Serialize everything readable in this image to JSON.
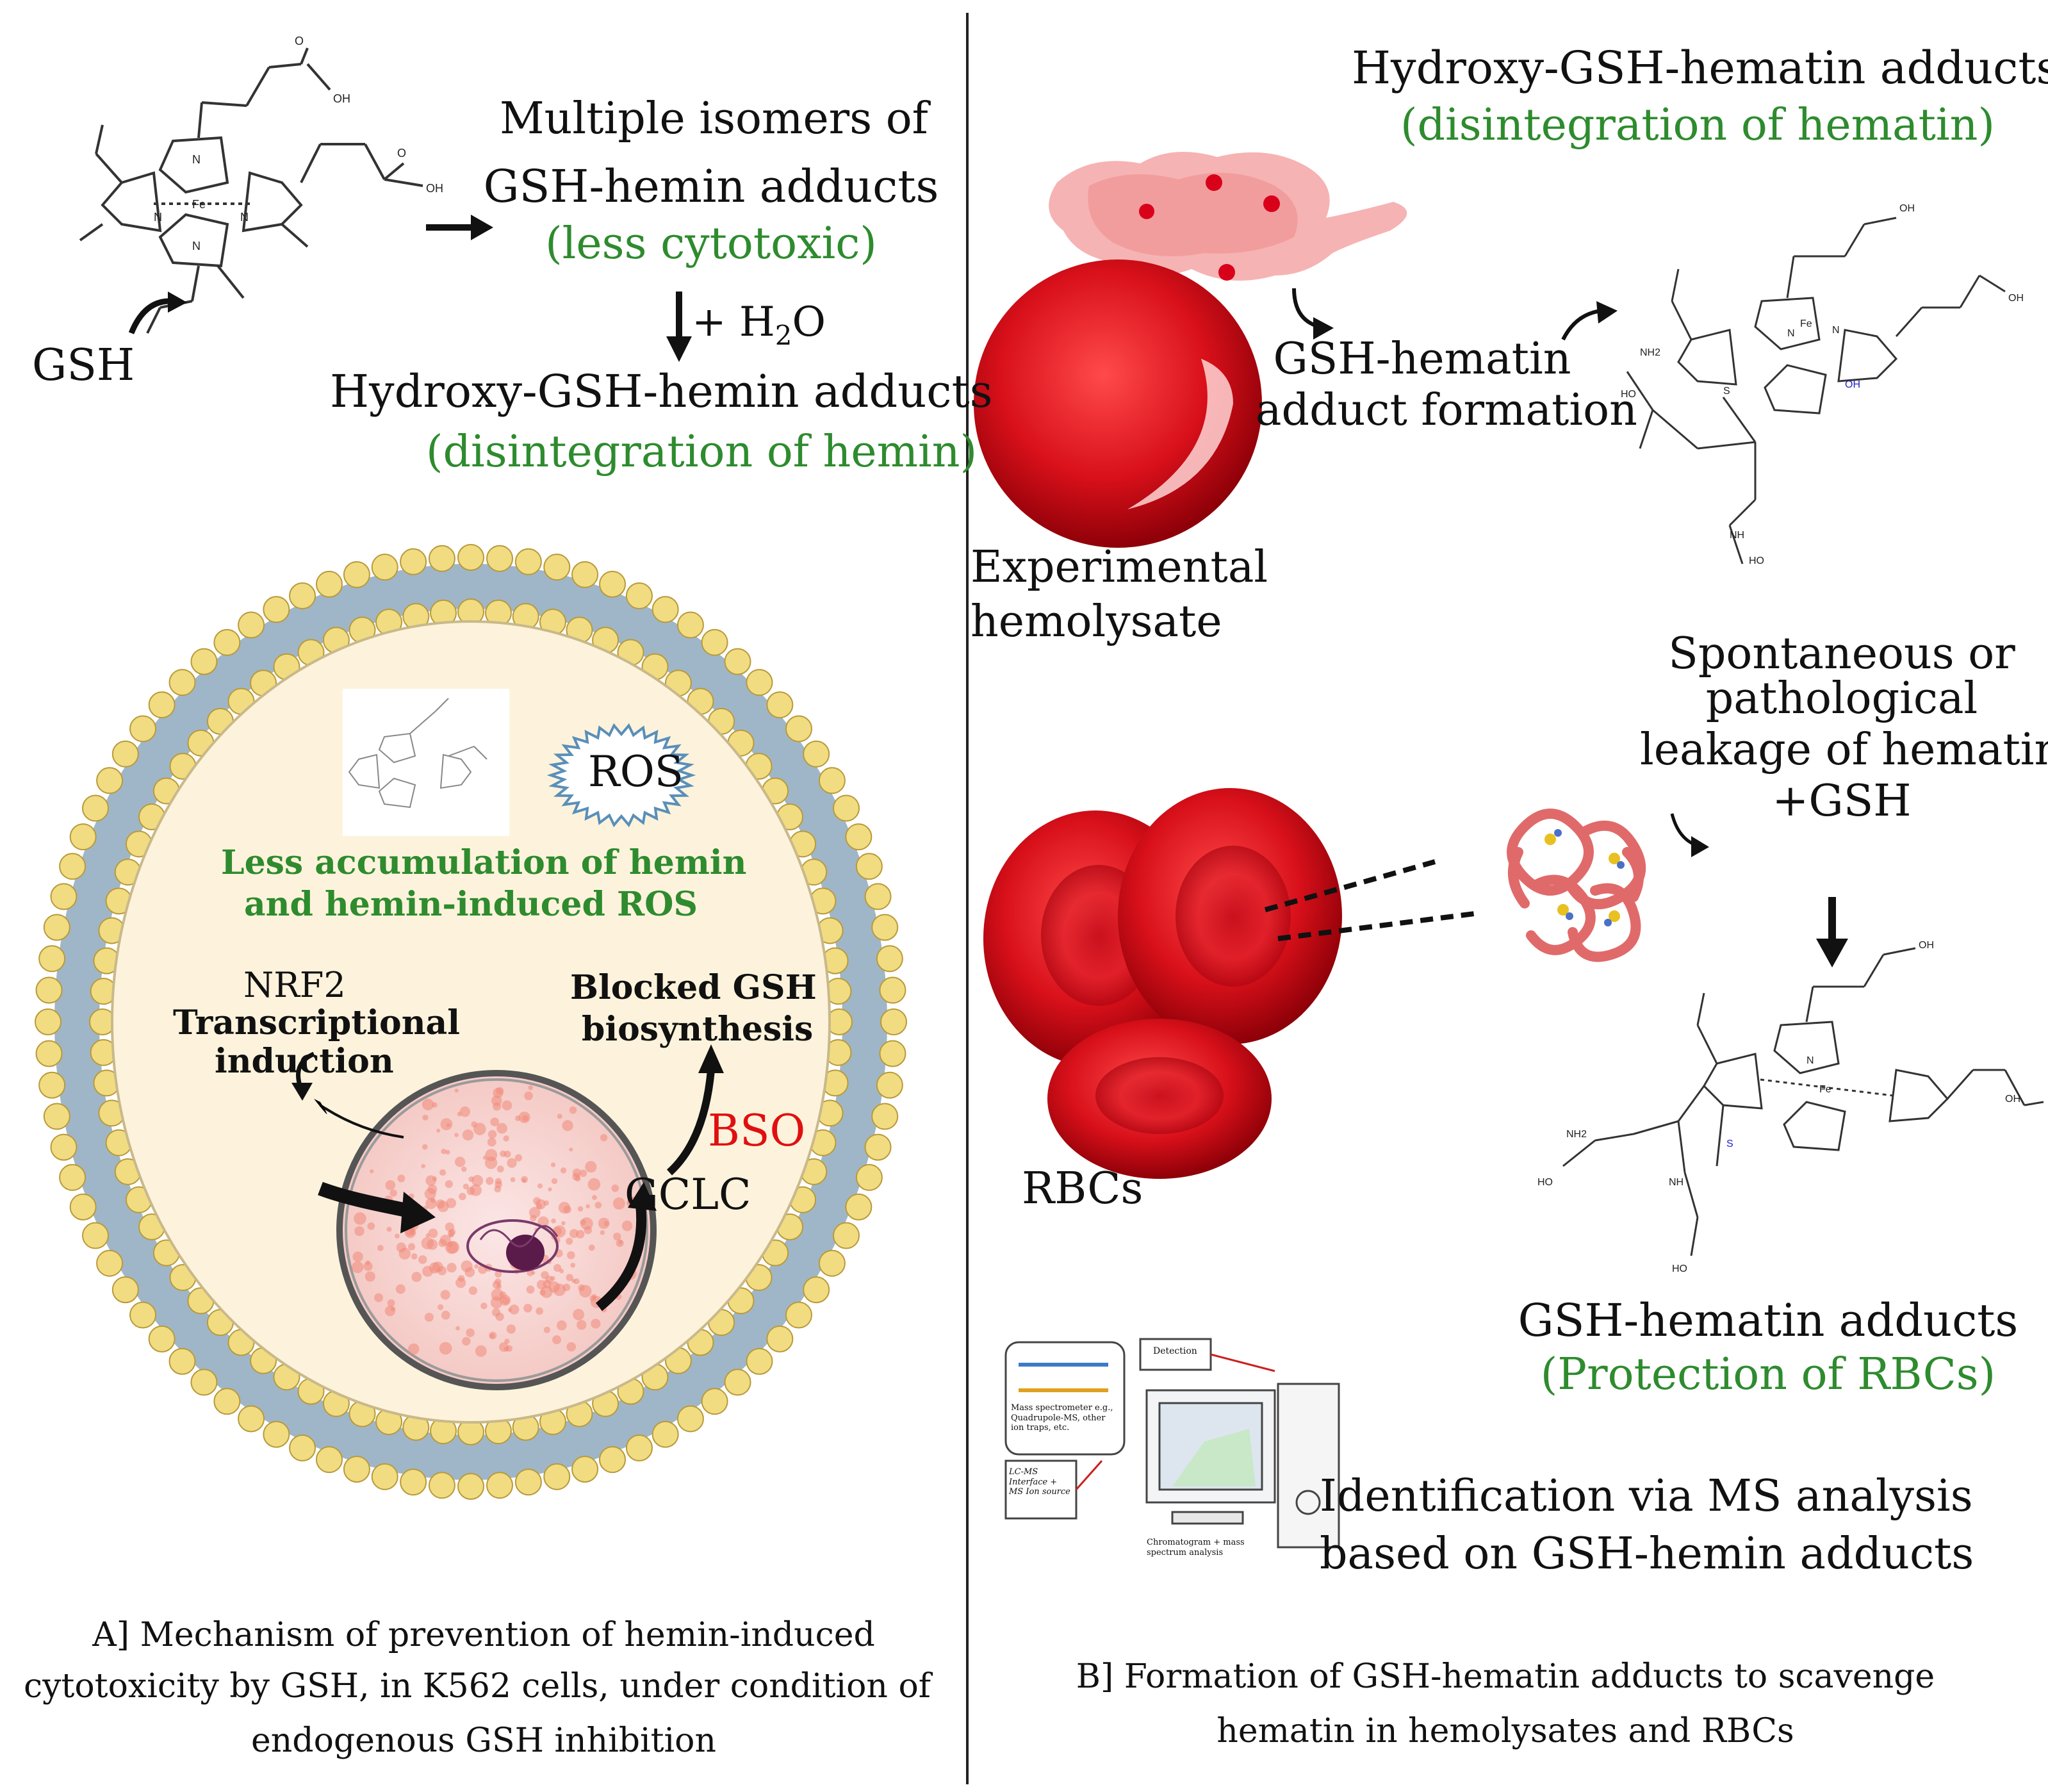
{
  "panel_a": {
    "gsh_label": "GSH",
    "multiple_isomers": "Multiple isomers of",
    "gsh_hemin_adducts": "GSH-hemin adducts",
    "less_cytotoxic": "(less cytotoxic)",
    "h2o_plus": "+ H",
    "h2o_sub": "2",
    "h2o_o": "O",
    "hydroxy_adducts": "Hydroxy-GSH-hemin adducts",
    "disintegration_hemin": "(disintegration of hemin)",
    "cell": {
      "ros": "ROS",
      "less_accumulation_1": "Less accumulation of hemin",
      "less_accumulation_2": "and hemin-induced ROS",
      "nrf2": "NRF2",
      "transcriptional": "Transcriptional",
      "induction": "induction",
      "blocked_1": "Blocked GSH",
      "blocked_2": "biosynthesis",
      "bso": "BSO",
      "gclc": "GCLC"
    },
    "caption_1": "A] Mechanism of prevention of hemin-induced",
    "caption_2": "cytotoxicity by GSH, in K562 cells,  under condition of",
    "caption_3": "endogenous GSH inhibition"
  },
  "panel_b": {
    "hydroxy_hematin": "Hydroxy-GSH-hematin adducts",
    "disintegration_hematin": "(disintegration of hematin)",
    "gsh_hematin_formation_1": "GSH-hematin",
    "gsh_hematin_formation_2": "adduct formation",
    "experimental_1": "Experimental",
    "experimental_2": "hemolysate",
    "spontaneous_1": "Spontaneous or",
    "spontaneous_2": "pathological",
    "spontaneous_3": "leakage of hematin",
    "spontaneous_4": "+GSH",
    "rbcs": "RBCs",
    "gsh_hematin_adducts": "GSH-hematin adducts",
    "protection": "(Protection of RBCs)",
    "ms_1": "Identification via MS analysis",
    "ms_2": "based on GSH-hemin adducts",
    "ms_detection": "Detection",
    "ms_spectrometer": "Mass spectrometer e.g., Quadrupole-MS, other ion traps, etc.",
    "ms_interface": "LC-MS Interface + MS Ion source",
    "ms_chromatogram": "Chromatogram + mass spectrum analysis",
    "caption_1": "B] Formation of GSH-hematin adducts to scavenge",
    "caption_2": "hematin in hemolysates and RBCs"
  },
  "colors": {
    "green": "#2e8b2e",
    "red": "#e01010",
    "cell_fill": "#fdf3dc",
    "membrane_bead": "#f2dc82",
    "rbc": "#d01018"
  }
}
